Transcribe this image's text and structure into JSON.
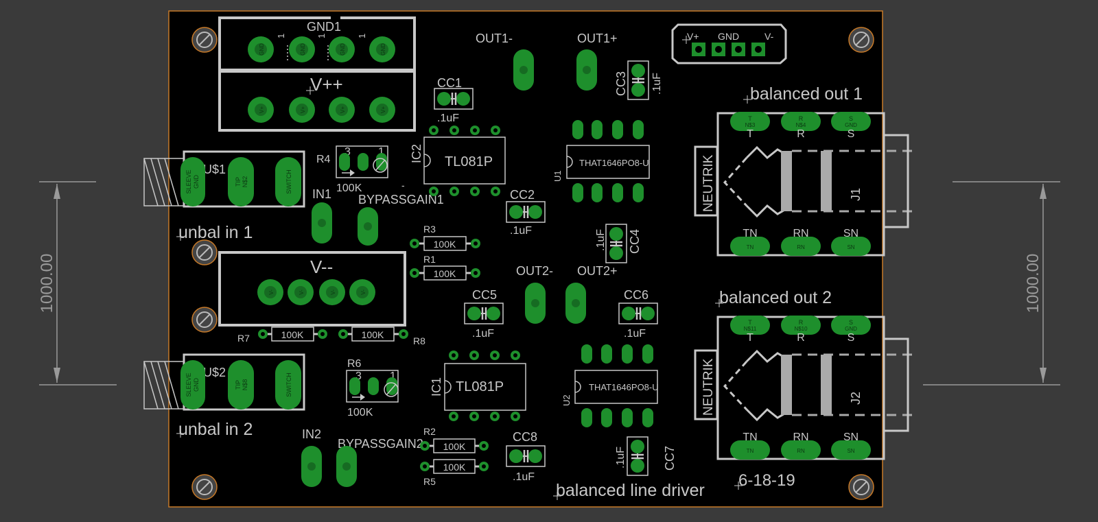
{
  "dimensions": {
    "left": "1000.00",
    "right": "1000.00"
  },
  "connectors": {
    "gnd1": {
      "label": "GND1",
      "pin": "GND",
      "pin1": "1"
    },
    "vpp": {
      "label": "V++",
      "pin": "V+"
    },
    "vmm": {
      "label": "V--",
      "pin": "V-"
    },
    "power_header": {
      "vplus": "V+",
      "gnd": "GND",
      "vminus": "V-"
    },
    "out1_minus": "OUT1-",
    "out1_plus": "OUT1+",
    "out2_minus": "OUT2-",
    "out2_plus": "OUT2+",
    "in1": "IN1",
    "in2": "IN2",
    "bypass1": "BYPASSGAIN1",
    "bypass2": "BYPASSGAIN2"
  },
  "jacks_in": [
    {
      "ref": "U$1",
      "label": "unbal in 1",
      "pad_sleeve": "SLEEVE",
      "pad_gnd": "GND",
      "pad_tip": "TIP",
      "pad_tip_net": "N$2",
      "pad_switch": "SWITCH"
    },
    {
      "ref": "U$2",
      "label": "unbal in 2",
      "pad_sleeve": "SLEEVE",
      "pad_gnd": "GND",
      "pad_tip": "TIP",
      "pad_tip_net": "N$8",
      "pad_switch": "SWITCH"
    }
  ],
  "jacks_out": [
    {
      "ref": "J1",
      "label": "balanced out 1",
      "brand": "NEUTRIK",
      "top": [
        "T",
        "R",
        "S"
      ],
      "top_net": [
        "N$3",
        "N$4",
        "GND"
      ],
      "bottom": [
        "TN",
        "RN",
        "SN"
      ]
    },
    {
      "ref": "J2",
      "label": "balanced out 2",
      "brand": "NEUTRIK",
      "top": [
        "T",
        "R",
        "S"
      ],
      "top_net": [
        "N$11",
        "N$10",
        "GND"
      ],
      "bottom": [
        "TN",
        "RN",
        "SN"
      ]
    }
  ],
  "caps": {
    "cc1": {
      "ref": "CC1",
      "value": ".1uF"
    },
    "cc2": {
      "ref": "CC2",
      "value": ".1uF"
    },
    "cc3": {
      "ref": "CC3",
      "value": ".1uF"
    },
    "cc4": {
      "ref": "CC4",
      "value": ".1uF"
    },
    "cc5": {
      "ref": "CC5",
      "value": ".1uF"
    },
    "cc6": {
      "ref": "CC6",
      "value": ".1uF"
    },
    "cc7": {
      "ref": "CC7",
      "value": ".1uF"
    },
    "cc8": {
      "ref": "CC8",
      "value": ".1uF"
    }
  },
  "resistors": {
    "r1": {
      "ref": "R1",
      "value": "100K"
    },
    "r2": {
      "ref": "R2",
      "value": "100K"
    },
    "r3": {
      "ref": "R3",
      "value": "100K"
    },
    "r5": {
      "ref": "R5",
      "value": "100K"
    },
    "r7": {
      "ref": "R7",
      "value": "100K"
    },
    "r8": {
      "ref": "R8",
      "value": "100K"
    }
  },
  "trimmers": {
    "r4": {
      "ref": "R4",
      "value": "100K",
      "pin3": "3",
      "pin1": "1"
    },
    "r6": {
      "ref": "R6",
      "value": "100K",
      "pin3": "3",
      "pin1": "1"
    }
  },
  "ics": {
    "ic1": {
      "ref": "IC1",
      "part": "TL081P"
    },
    "ic2": {
      "ref": "IC2",
      "part": "TL081P"
    },
    "u1": {
      "ref": "U1",
      "part": "THAT1646PO8-U"
    },
    "u2": {
      "ref": "U2",
      "part": "THAT1646PO8-U"
    }
  },
  "board": {
    "title": "balanced line driver",
    "date": "6-18-19",
    "minus": "-"
  },
  "colors": {
    "background": "#3a3a3a",
    "board": "#000000",
    "pad": "#1e8f2c",
    "silkscreen": "#c8c8c8",
    "outline": "#c87a28"
  }
}
